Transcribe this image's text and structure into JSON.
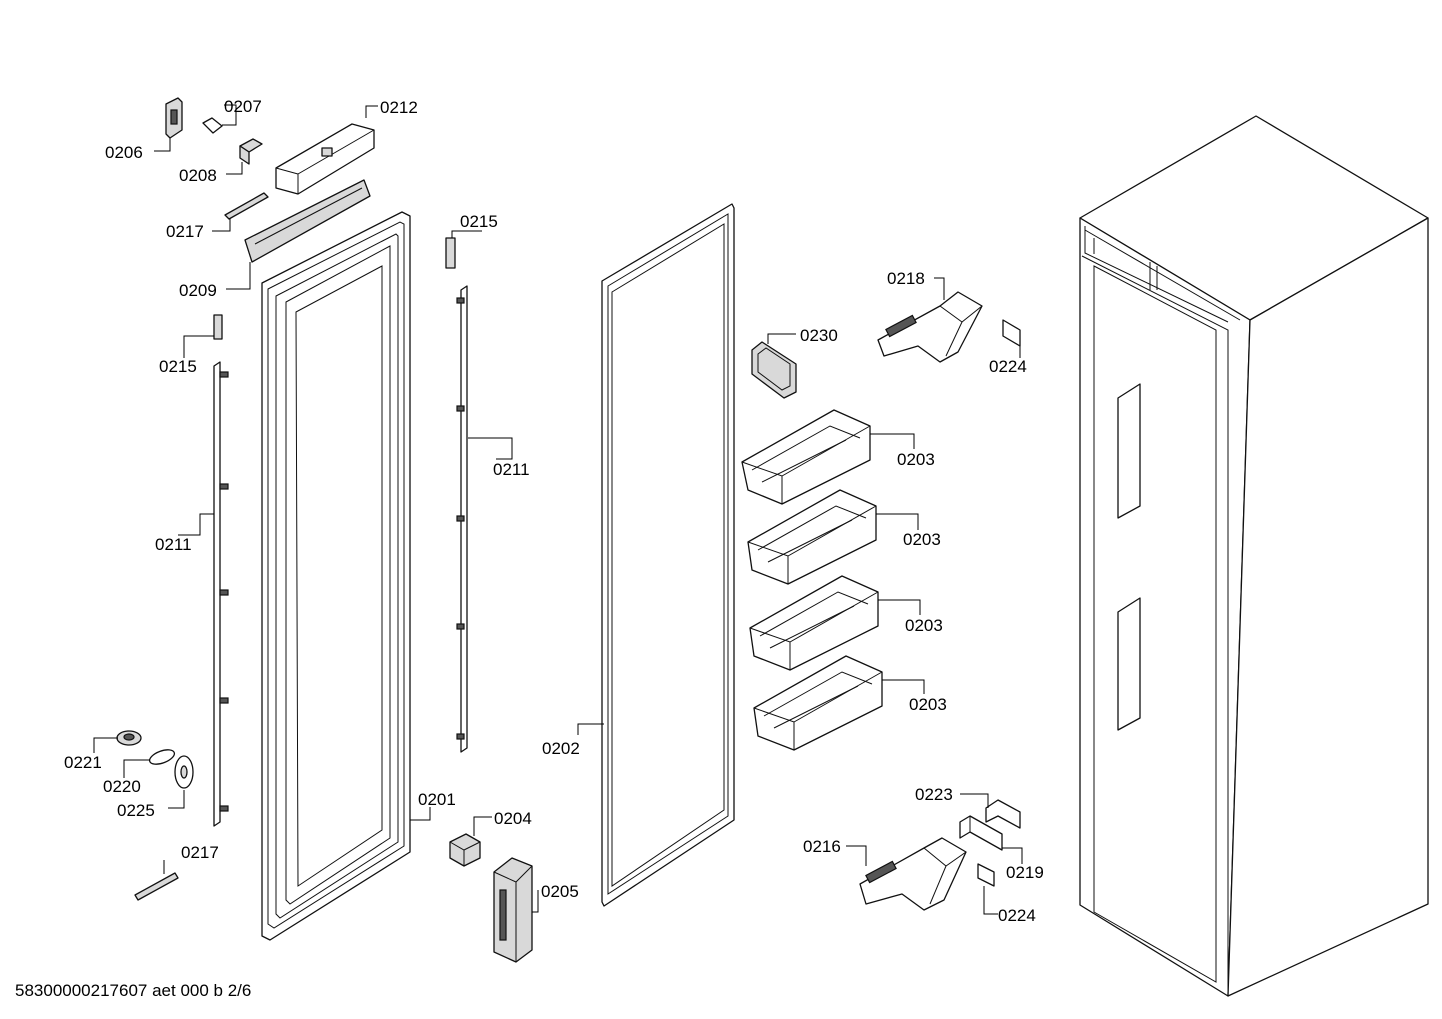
{
  "labels": {
    "p0206": "0206",
    "p0207": "0207",
    "p0208": "0208",
    "p0212": "0212",
    "p0217a": "0217",
    "p0209": "0209",
    "p0215a": "0215",
    "p0215b": "0215",
    "p0211a": "0211",
    "p0211b": "0211",
    "p0221": "0221",
    "p0220": "0220",
    "p0225": "0225",
    "p0217b": "0217",
    "p0201": "0201",
    "p0204": "0204",
    "p0205": "0205",
    "p0202": "0202",
    "p0230": "0230",
    "p0218": "0218",
    "p0224a": "0224",
    "p0203a": "0203",
    "p0203b": "0203",
    "p0203c": "0203",
    "p0203d": "0203",
    "p0223": "0223",
    "p0216": "0216",
    "p0219": "0219",
    "p0224b": "0224"
  },
  "footer": "58300000217607 aet 000 b 2/6"
}
